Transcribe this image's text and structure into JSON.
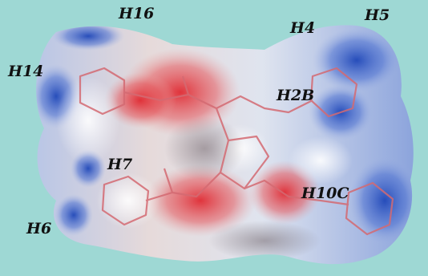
{
  "colors": {
    "background": "#9ed8d4",
    "positive_region": "#3b5fc4",
    "negative_region": "#e0343a",
    "neutral_region": "#e8e8ea",
    "stick_model": "#d46a72"
  },
  "labels": {
    "h16": "H16",
    "h4": "H4",
    "h5": "H5",
    "h14": "H14",
    "h2b": "H2B",
    "h7": "H7",
    "h10c": "H10C",
    "h6": "H6"
  }
}
